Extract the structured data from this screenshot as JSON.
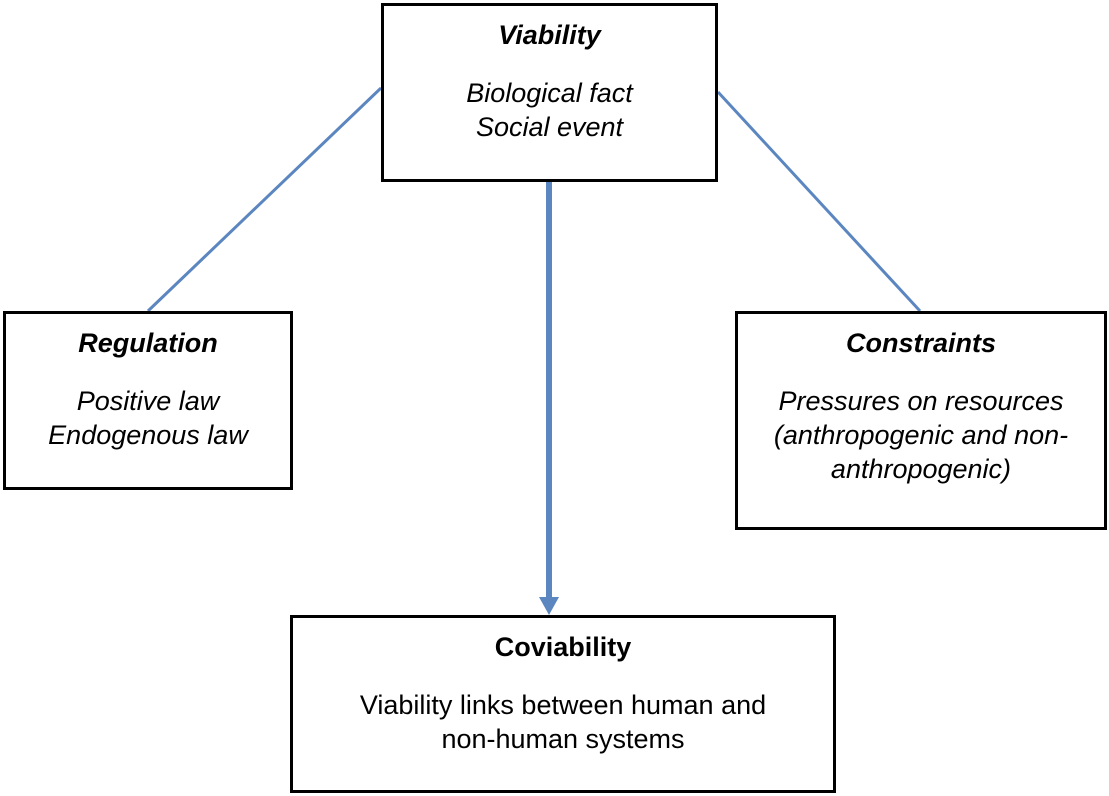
{
  "diagram": {
    "line_color": "#5b86c0",
    "box_border_color": "#000000",
    "nodes": {
      "viability": {
        "title": "Viability",
        "lines": [
          "Biological fact",
          "Social event"
        ]
      },
      "regulation": {
        "title": "Regulation",
        "lines": [
          "Positive law",
          "Endogenous law"
        ]
      },
      "constraints": {
        "title": "Constraints",
        "lines": [
          "Pressures on resources",
          "(anthropogenic and non-",
          "anthropogenic)"
        ]
      },
      "coviability": {
        "title": "Coviability",
        "lines": [
          "Viability links between human and",
          "non-human systems"
        ]
      }
    },
    "edges": [
      {
        "from": "viability",
        "to": "regulation",
        "arrow": false
      },
      {
        "from": "viability",
        "to": "constraints",
        "arrow": false
      },
      {
        "from": "viability",
        "to": "coviability",
        "arrow": true
      }
    ]
  }
}
